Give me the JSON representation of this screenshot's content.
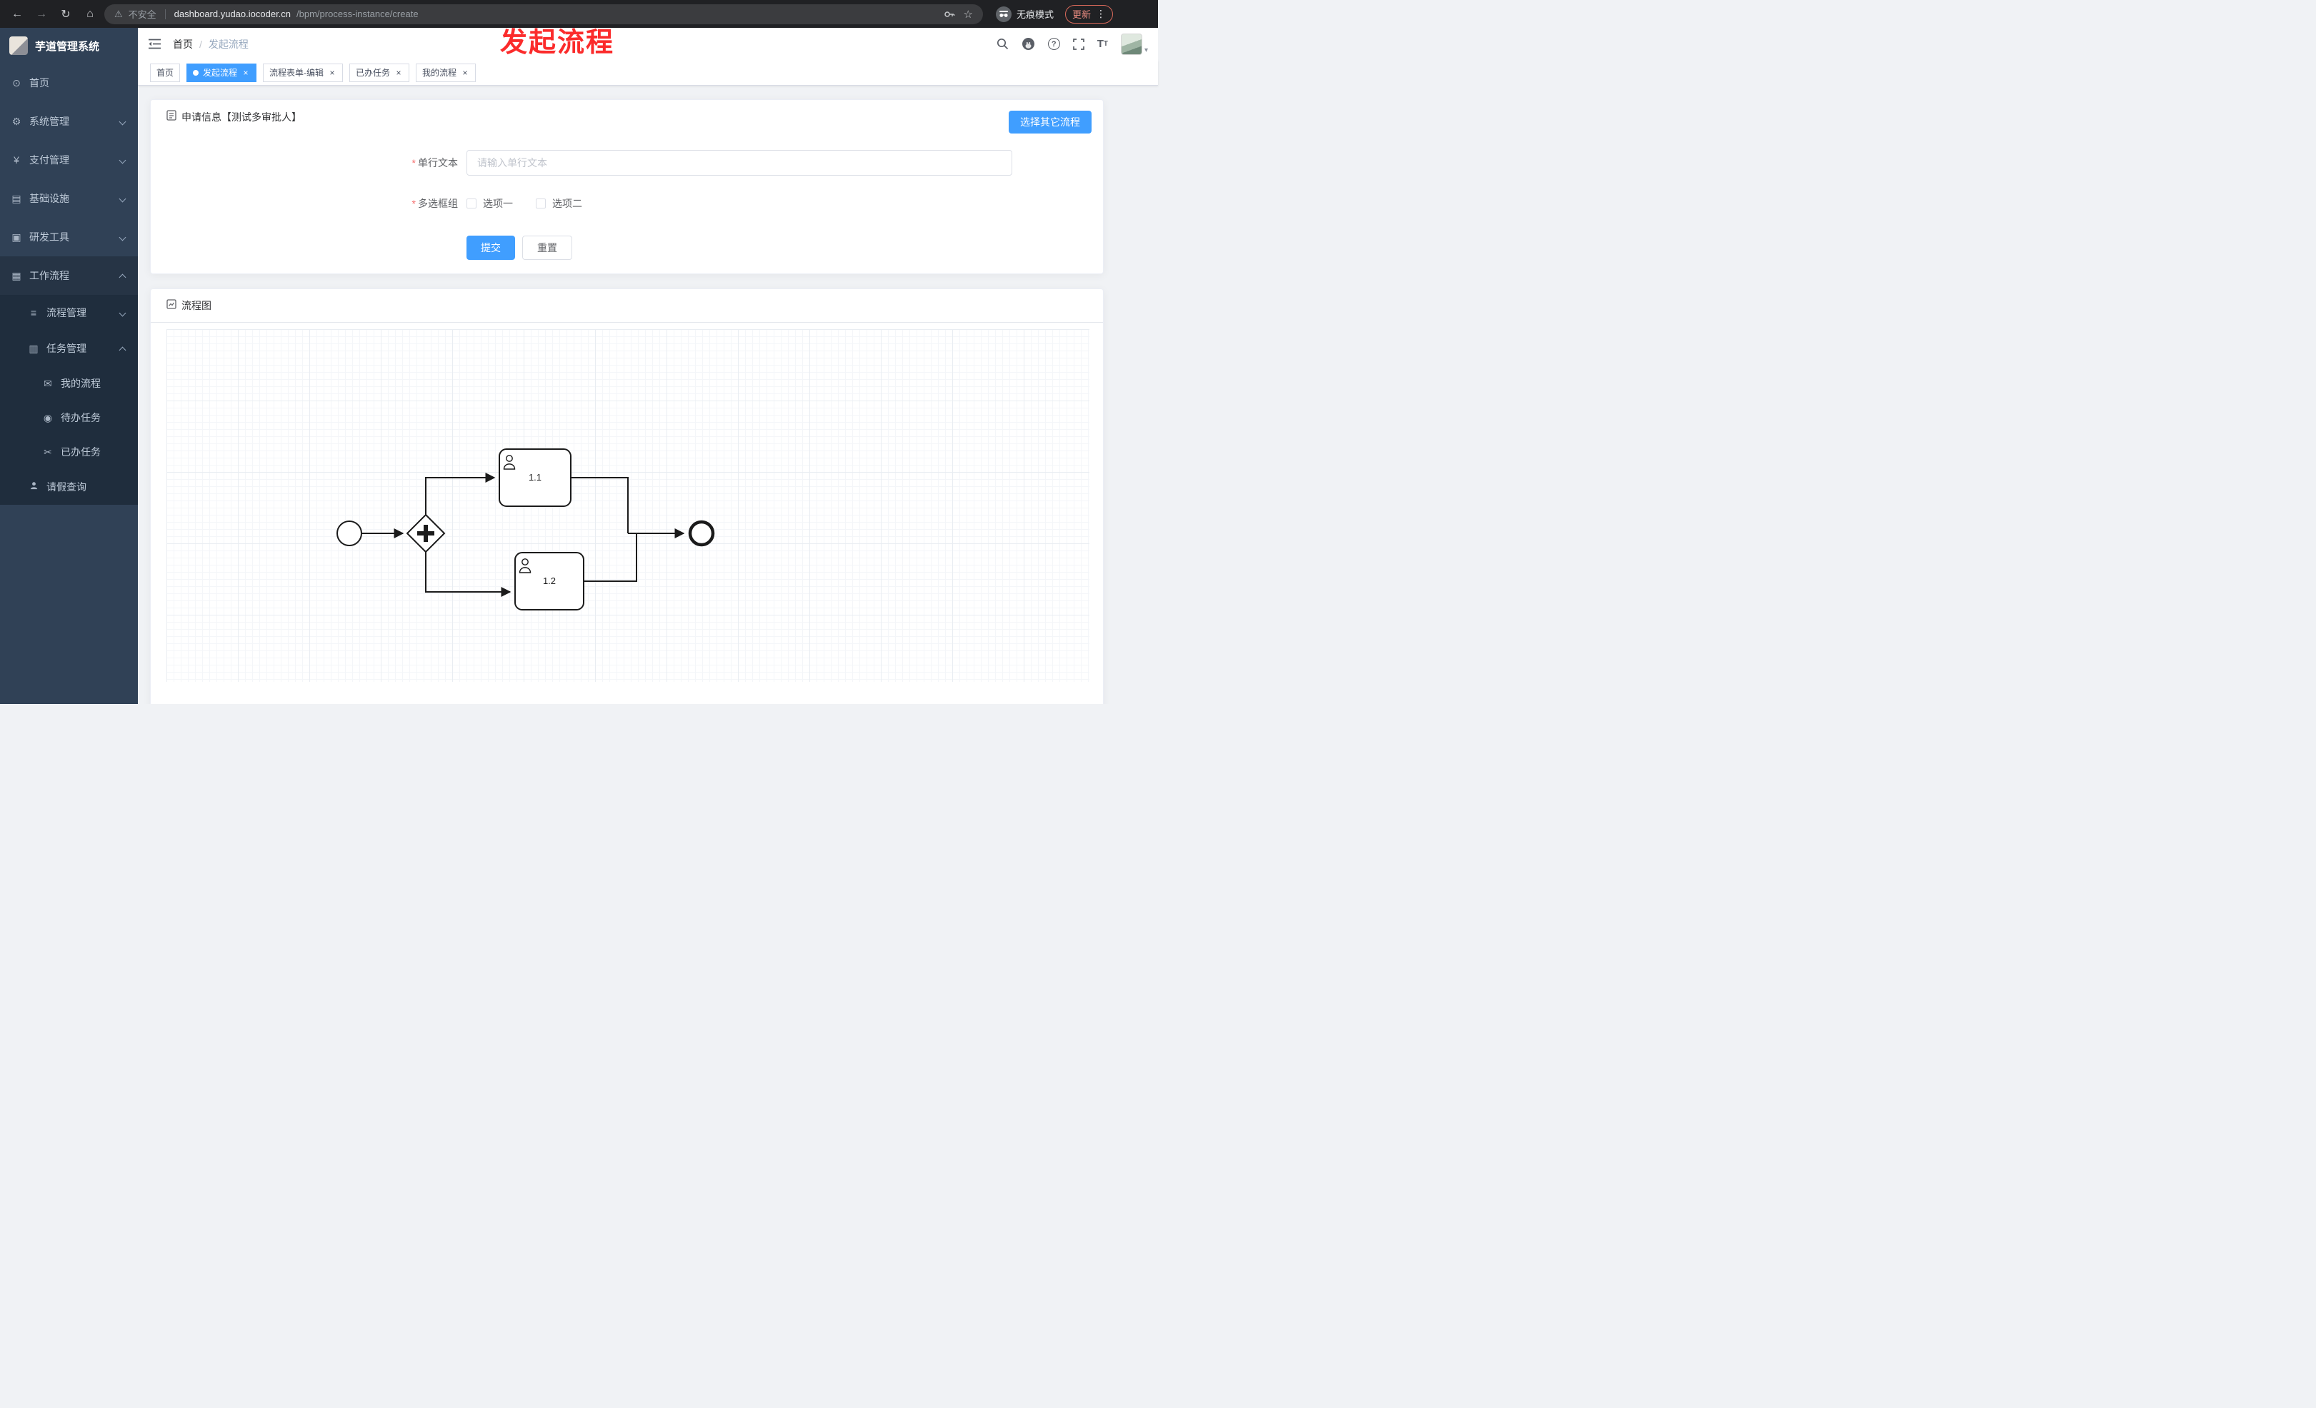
{
  "browser": {
    "security_label": "不安全",
    "url_host": "dashboard.yudao.iocoder.cn",
    "url_path": "/bpm/process-instance/create",
    "incognito_label": "无痕模式",
    "update_label": "更新"
  },
  "annotation": "发起流程",
  "app_title": "芋道管理系统",
  "breadcrumb": {
    "root": "首页",
    "sep": "/",
    "current": "发起流程"
  },
  "sidebar": {
    "items": [
      {
        "label": "首页"
      },
      {
        "label": "系统管理"
      },
      {
        "label": "支付管理"
      },
      {
        "label": "基础设施"
      },
      {
        "label": "研发工具"
      },
      {
        "label": "工作流程"
      },
      {
        "label": "流程管理"
      },
      {
        "label": "任务管理"
      },
      {
        "label": "我的流程"
      },
      {
        "label": "待办任务"
      },
      {
        "label": "已办任务"
      },
      {
        "label": "请假查询"
      }
    ]
  },
  "tabs": [
    {
      "label": "首页",
      "active": false
    },
    {
      "label": "发起流程",
      "active": true
    },
    {
      "label": "流程表单-编辑",
      "active": false
    },
    {
      "label": "已办任务",
      "active": false
    },
    {
      "label": "我的流程",
      "active": false
    }
  ],
  "form": {
    "title": "申请信息【测试多审批人】",
    "switch_button": "选择其它流程",
    "required_mark": "*",
    "text_field": {
      "label": "单行文本",
      "placeholder": "请输入单行文本",
      "value": ""
    },
    "checkbox_group": {
      "label": "多选框组",
      "options": [
        {
          "label": "选项一",
          "checked": false
        },
        {
          "label": "选项二",
          "checked": false
        }
      ]
    },
    "submit": "提交",
    "reset": "重置"
  },
  "diagram": {
    "title": "流程图",
    "nodes": {
      "task1": "1.1",
      "task2": "1.2"
    }
  },
  "colors": {
    "accent": "#409eff",
    "sidebar_bg": "#304156",
    "annotation_red": "#fb2b2b"
  }
}
